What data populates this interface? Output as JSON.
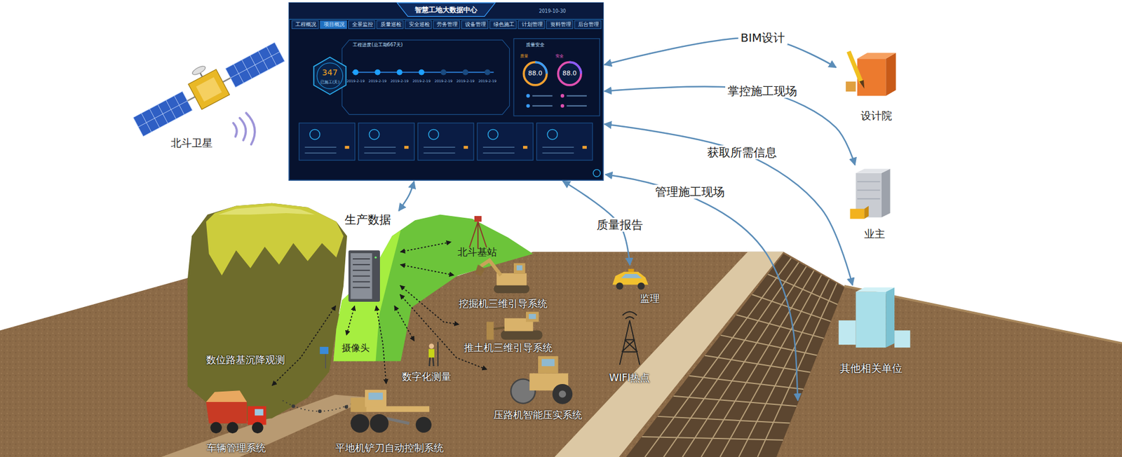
{
  "diagram": {
    "nodes": [
      {
        "text": [
          "智慧工地大数据中心"
        ]
      },
      {
        "text": [
          "北斗卫星"
        ]
      },
      {
        "text": [
          "设计院"
        ]
      },
      {
        "text": [
          "业主"
        ]
      },
      {
        "text": [
          "其他相关单位"
        ]
      },
      {
        "text": [
          "生产数据"
        ]
      },
      {
        "text": [
          "北斗基站"
        ]
      },
      {
        "text": [
          "挖掘机三维引导系统"
        ]
      },
      {
        "text": [
          "摄像头"
        ]
      },
      {
        "text": [
          "推土机三维引导系统"
        ]
      },
      {
        "text": [
          "数位路基沉降观测"
        ]
      },
      {
        "text": [
          "数字化测量"
        ]
      },
      {
        "text": [
          "WIFI热点"
        ]
      },
      {
        "text": [
          "压路机智能压实系统"
        ]
      },
      {
        "text": [
          "监理"
        ]
      },
      {
        "text": [
          "车辆管理系统"
        ]
      },
      {
        "text": [
          "平地机铲刀自动控制系统"
        ]
      }
    ],
    "edges": [
      {
        "from": 0,
        "to": 2,
        "label": "BIM设计",
        "arrow": "both"
      },
      {
        "from": 0,
        "to": 3,
        "label": "掌控施工现场",
        "arrow": "both"
      },
      {
        "from": 0,
        "to": 4,
        "label": "获取所需信息",
        "arrow": "both"
      },
      {
        "from": 0,
        "to": 14,
        "label": "质量报告",
        "arrow": "both"
      },
      {
        "from": 0,
        "to": 5,
        "arrow": "both"
      },
      {
        "from": 5,
        "to": 6,
        "arrow": "both"
      },
      {
        "from": 5,
        "to": 7,
        "arrow": "both"
      },
      {
        "from": 5,
        "to": 9,
        "arrow": "both"
      },
      {
        "from": 5,
        "to": 11,
        "arrow": "both"
      },
      {
        "from": 5,
        "to": 13,
        "arrow": "both"
      },
      {
        "from": 5,
        "to": 16,
        "arrow": "both"
      },
      {
        "from": 5,
        "to": 8,
        "arrow": "both"
      },
      {
        "from": 5,
        "to": 15,
        "arrow": "both"
      }
    ],
    "labels": [
      "2019-10-30",
      "工程概况",
      "项目概况",
      "全景监控",
      "质量巡检",
      "安全巡检",
      "劳务管理",
      "设备管理",
      "绿色施工",
      "计划管理",
      "资料管理",
      "后台管理",
      "工程进度(总工期667天)",
      "347",
      "已施工(天)",
      "2019-2-19",
      "2019-2-19",
      "2019-2-19",
      "2019-2-19",
      "2019-2-19",
      "2019-2-19",
      "2019-2-19",
      "质量安全",
      "质量",
      "安全",
      "88.0",
      "88.0",
      "管理施工现场"
    ]
  }
}
